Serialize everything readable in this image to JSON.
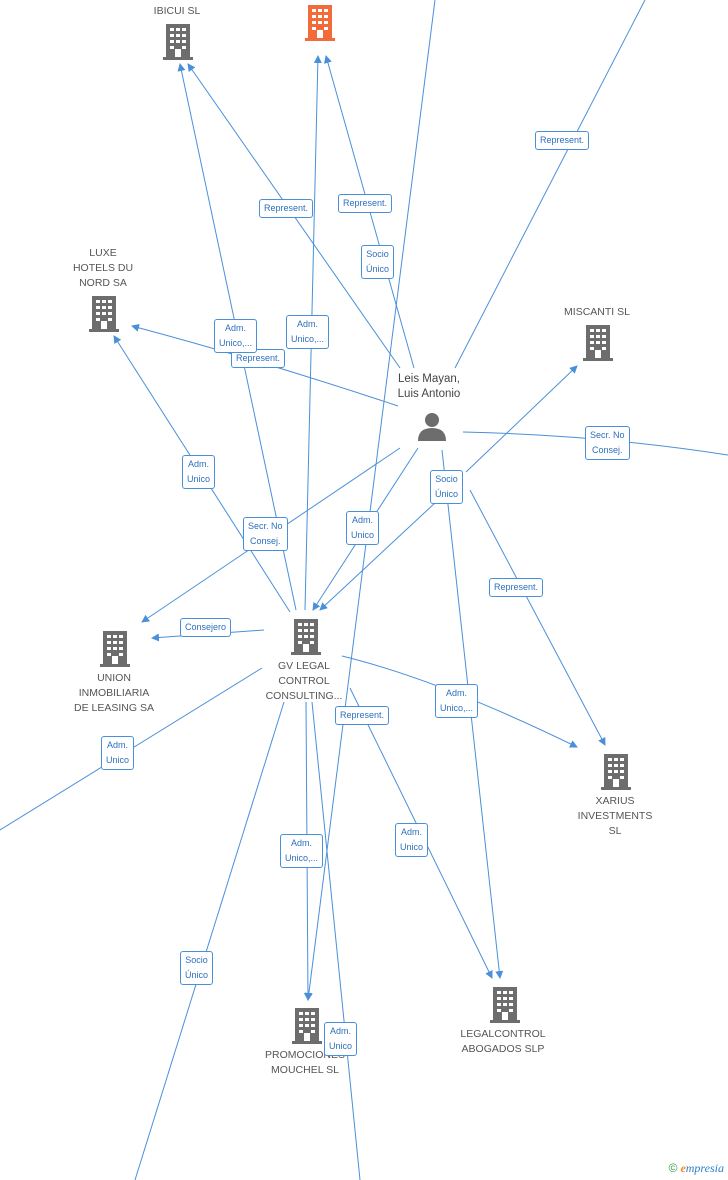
{
  "colors": {
    "edge": "#4a90d9",
    "building": "#6d6d6d",
    "building_highlight": "#f26b38",
    "person": "#6d6d6d"
  },
  "nodes": {
    "ibicui": {
      "label": [
        "IBICUI  SL"
      ]
    },
    "highlight": {
      "label": []
    },
    "luxe": {
      "label": [
        "LUXE",
        "HOTELS DU",
        "NORD SA"
      ]
    },
    "miscanti": {
      "label": [
        "MISCANTI  SL"
      ]
    },
    "person": {
      "label": [
        "Leis Mayan,",
        "Luis Antonio"
      ]
    },
    "gv": {
      "label": [
        "GV LEGAL",
        "CONTROL",
        "CONSULTING..."
      ]
    },
    "union": {
      "label": [
        "UNION",
        "INMOBILIARIA",
        "DE LEASING SA"
      ]
    },
    "xarius": {
      "label": [
        "XARIUS",
        "INVESTMENTS",
        "SL"
      ]
    },
    "promociones": {
      "label": [
        "PROMOCIONES",
        "MOUCHEL  SL"
      ]
    },
    "legalcontrol": {
      "label": [
        "LEGALCONTROL",
        "ABOGADOS  SLP"
      ]
    }
  },
  "edge_labels": {
    "represent_top_right": [
      "Represent."
    ],
    "represent_ibicui": [
      "Represent."
    ],
    "represent_highlight": [
      "Represent."
    ],
    "socio_unico_highlight": [
      "Socio",
      "Único"
    ],
    "adm_unico_ibicui": [
      "Adm.",
      "Unico,..."
    ],
    "adm_unico_highlight": [
      "Adm.",
      "Unico,..."
    ],
    "represent_luxe": [
      "Represent."
    ],
    "secr_no_consej_right": [
      "Secr.  No",
      "Consej."
    ],
    "adm_unico_luxe": [
      "Adm.",
      "Unico"
    ],
    "socio_unico_miscanti": [
      "Socio",
      "Único"
    ],
    "secr_no_consej_union": [
      "Secr.  No",
      "Consej."
    ],
    "adm_unico_person_gv": [
      "Adm.",
      "Unico"
    ],
    "represent_xarius": [
      "Represent."
    ],
    "consejero": [
      "Consejero"
    ],
    "adm_unico_xarius": [
      "Adm.",
      "Unico,..."
    ],
    "represent_gv_legal": [
      "Represent."
    ],
    "adm_unico_left": [
      "Adm.",
      "Unico"
    ],
    "adm_unico_legal": [
      "Adm.",
      "Unico"
    ],
    "adm_unico_promo": [
      "Adm.",
      "Unico,..."
    ],
    "socio_unico_bottom": [
      "Socio",
      "Único"
    ],
    "adm_unico_bottom": [
      "Adm.",
      "Unico"
    ]
  },
  "footer": {
    "copyright": "©",
    "brand_initial": "e",
    "brand_rest": "mpresia"
  }
}
